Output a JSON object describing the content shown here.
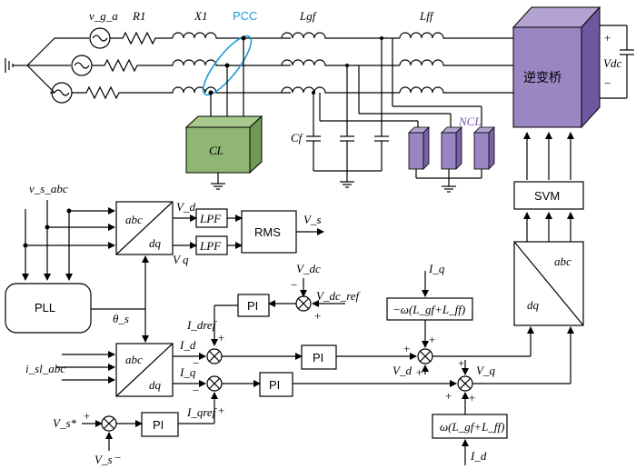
{
  "labels": {
    "vga": "v_g_a",
    "R1": "R1",
    "X1": "X1",
    "PCC": "PCC",
    "Lgf": "Lgf",
    "Lff": "Lff",
    "inverter": "逆变桥",
    "Vdc": "Vdc",
    "vdc_plus": "+",
    "vdc_minus": "−",
    "CL": "CL",
    "Cf": "Cf",
    "NCL": "NCL",
    "SVM": "SVM",
    "vsabc": "v_s_abc",
    "abc1": "abc",
    "dq1": "dq",
    "Vd_top": "V_d",
    "Vq_top": "V q",
    "LPF1": "LPF",
    "LPF2": "LPF",
    "RMS": "RMS",
    "Vs": "V_s",
    "PLL": "PLL",
    "theta": "θ_s",
    "Vdc_fb": "V_dc",
    "Vdc_ref": "V_dc_ref",
    "PI_dc": "PI",
    "Idref": "I_dref",
    "isl": "i_sl_abc",
    "abc2": "abc",
    "dq2": "dq",
    "Id": "I_d",
    "Iq": "I_q",
    "PI_d": "PI",
    "PI_q": "PI",
    "Iqref": "I_qref",
    "Vs_star": "V_s*",
    "Vs_fb": "V_s",
    "PI_v": "PI",
    "Iq_in": "I_q",
    "wL_top": "−ω(L_gf+L_ff)",
    "Vd_ff": "V_d",
    "Vq_ff": "V_q",
    "wL_bot": "ω(L_gf+L_ff)",
    "Id_in": "I_d",
    "abc3": "abc",
    "dq3": "dq"
  }
}
